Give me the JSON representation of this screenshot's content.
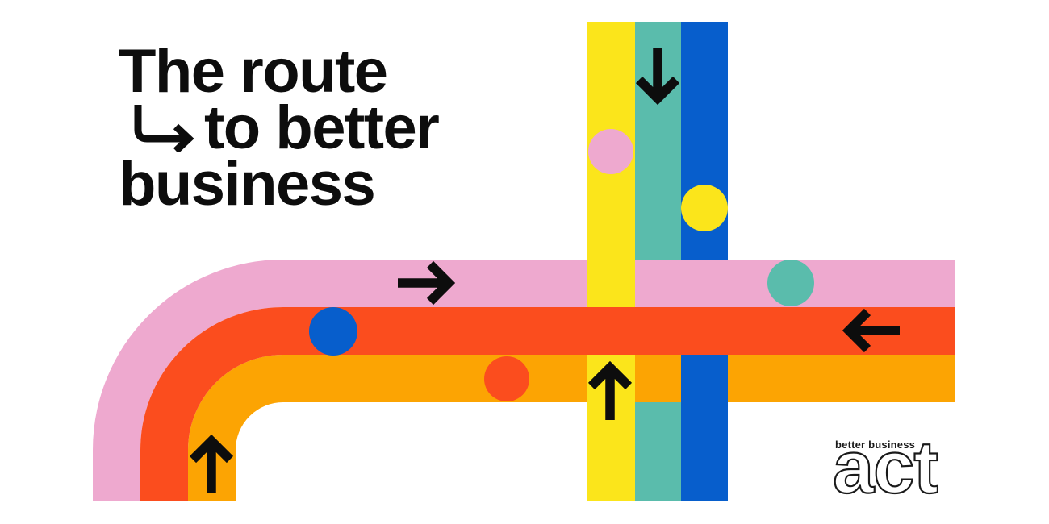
{
  "title": {
    "line1": "The route",
    "line2": "to better",
    "line3": "business"
  },
  "logo": {
    "tagline": "better business",
    "wordmark": "act"
  },
  "colors": {
    "background": "#FFFFFF",
    "ink": "#0D0D0D",
    "pink": "#EEA9CF",
    "red": "#FB4D1E",
    "orange": "#FCA403",
    "yellow": "#FBE51B",
    "teal": "#5ABCAC",
    "blue": "#075ECC"
  },
  "routes": [
    {
      "name": "pink-route",
      "color": "pink",
      "shape": "curves up from bottom-left, runs right"
    },
    {
      "name": "red-route",
      "color": "red",
      "shape": "curves up from bottom-left, runs right"
    },
    {
      "name": "orange-route",
      "color": "orange",
      "shape": "curves up from bottom-left, runs right"
    },
    {
      "name": "yellow-band",
      "color": "yellow",
      "shape": "vertical"
    },
    {
      "name": "teal-band",
      "color": "teal",
      "shape": "vertical"
    },
    {
      "name": "blue-band",
      "color": "blue",
      "shape": "vertical"
    }
  ],
  "dots": [
    {
      "name": "pink-dot",
      "on": "yellow-band",
      "color": "pink"
    },
    {
      "name": "yellow-dot",
      "on": "blue-band",
      "color": "yellow"
    },
    {
      "name": "teal-dot",
      "on": "pink-route",
      "color": "teal"
    },
    {
      "name": "blue-dot",
      "on": "red-route",
      "color": "blue"
    },
    {
      "name": "red-dot",
      "on": "orange-route",
      "color": "red"
    }
  ],
  "arrows": [
    {
      "name": "down-arrow",
      "on": "teal-band",
      "direction": "down"
    },
    {
      "name": "right-arrow",
      "on": "pink-route",
      "direction": "right"
    },
    {
      "name": "left-arrow",
      "on": "red-route",
      "direction": "left"
    },
    {
      "name": "up-arrow-yellow",
      "on": "yellow-band",
      "direction": "up"
    },
    {
      "name": "up-arrow-orange",
      "on": "orange-route",
      "direction": "up"
    }
  ]
}
